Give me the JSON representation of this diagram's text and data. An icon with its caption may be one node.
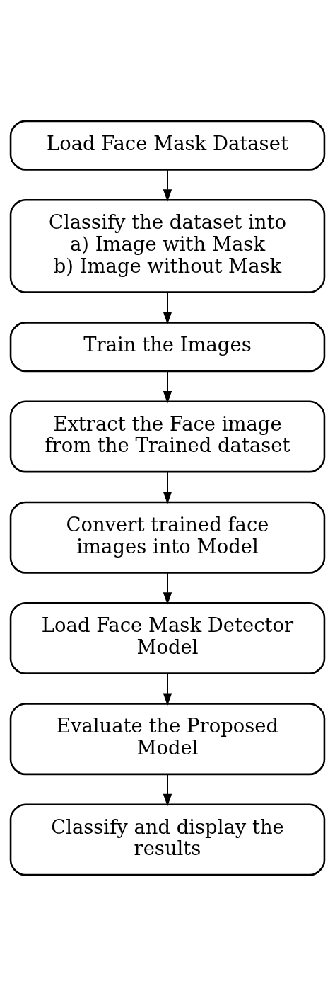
{
  "diagram": {
    "nodes": [
      {
        "text": [
          "Load Face Mask Dataset"
        ]
      },
      {
        "text": [
          "Classify the dataset into",
          "a) Image with Mask",
          "b) Image without Mask"
        ]
      },
      {
        "text": [
          "Train the Images"
        ]
      },
      {
        "text": [
          "Extract the Face image from the Trained dataset"
        ]
      },
      {
        "text": [
          "Convert trained face images into Model"
        ]
      },
      {
        "text": [
          "Load Face Mask Detector Model"
        ]
      },
      {
        "text": [
          "Evaluate the Proposed Model"
        ]
      },
      {
        "text": [
          "Classify and display the results"
        ]
      }
    ],
    "edges": [
      {
        "from": 0,
        "to": 1,
        "arrow": "to"
      },
      {
        "from": 1,
        "to": 2,
        "arrow": "to"
      },
      {
        "from": 2,
        "to": 3,
        "arrow": "to"
      },
      {
        "from": 3,
        "to": 4,
        "arrow": "to"
      },
      {
        "from": 4,
        "to": 5,
        "arrow": "to"
      },
      {
        "from": 5,
        "to": 6,
        "arrow": "to"
      },
      {
        "from": 6,
        "to": 7,
        "arrow": "to"
      }
    ]
  }
}
